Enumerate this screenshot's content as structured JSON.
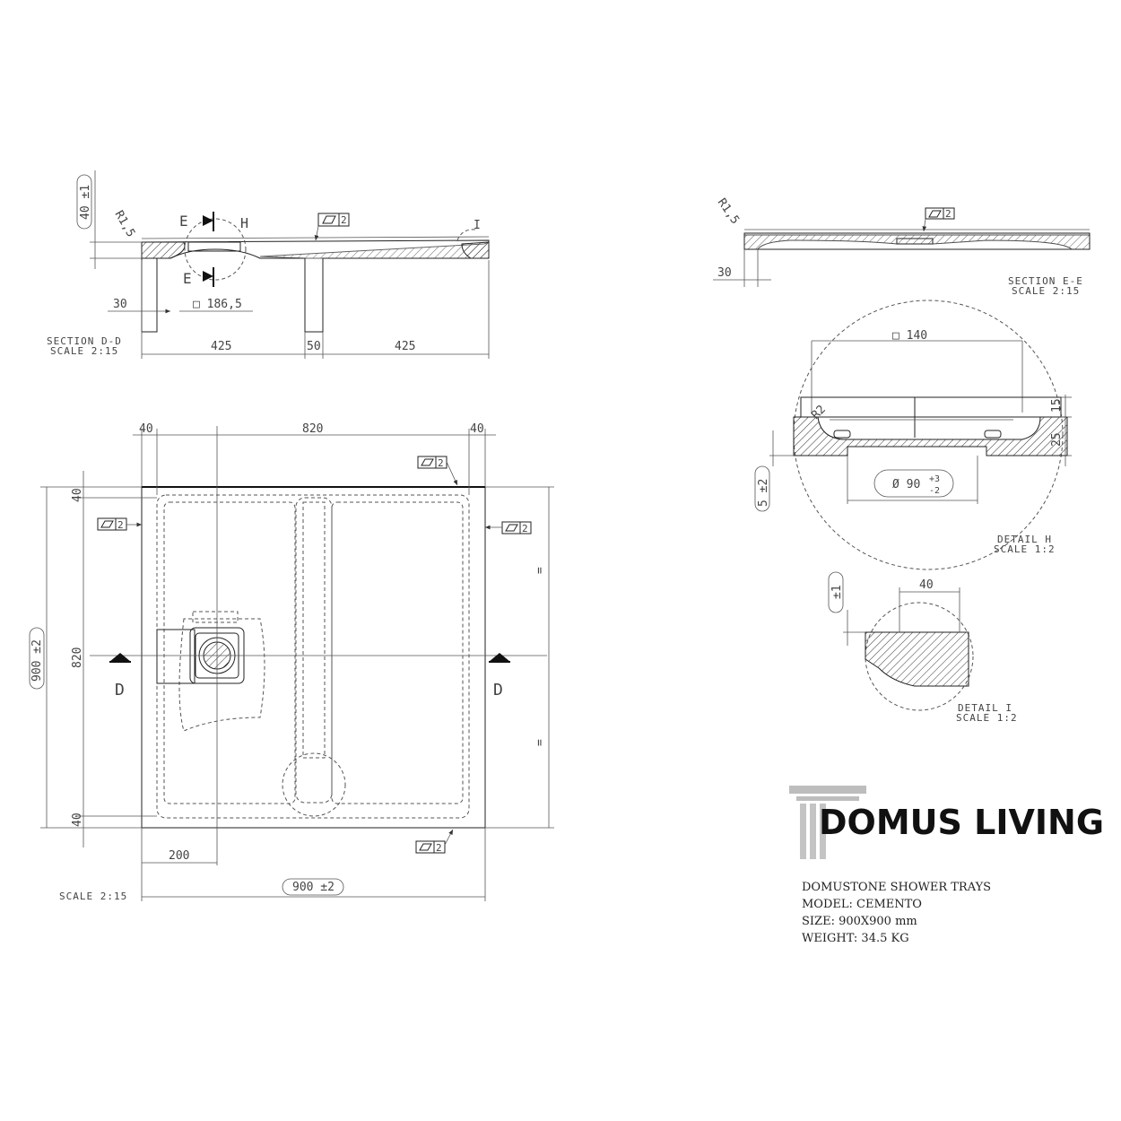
{
  "brand": {
    "name": "DOMUS LIVING"
  },
  "product_info": {
    "line1": "DOMUSTONE SHOWER TRAYS",
    "line2": "MODEL: CEMENTO",
    "line3": "SIZE: 900X900 mm",
    "line4": "WEIGHT: 34.5 KG"
  },
  "section_dd": {
    "caption_line1": "SECTION D-D",
    "caption_line2": "SCALE 2:15",
    "dim_height": "40 ±1",
    "radius": "R1,5",
    "marker_e": "E",
    "marker_h": "H",
    "flatness": "2",
    "detail_i": "I",
    "dim_30": "30",
    "dim_drain": "□ 186,5",
    "dim_left": "425",
    "dim_mid": "50",
    "dim_right": "425"
  },
  "section_ee": {
    "caption_line1": "SECTION E-E",
    "caption_line2": "SCALE 2:15",
    "radius": "R1,5",
    "flatness": "2",
    "dim_30": "30"
  },
  "detail_h": {
    "caption_line1": "DETAIL H",
    "caption_line2": "SCALE 1:2",
    "dim_140": "□ 140",
    "radius": "R2",
    "dim_15": "15",
    "dim_25": "25",
    "dim_5": "5 ±2",
    "dim_diameter": "Ø 90",
    "tol_plus": "+3",
    "tol_minus": "-2"
  },
  "detail_i": {
    "caption_line1": "DETAIL I",
    "caption_line2": "SCALE 1:2",
    "dim_40": "40",
    "dim_tol": "±1"
  },
  "plan_view": {
    "caption": "SCALE 2:15",
    "dim_top_left": "40",
    "dim_top_mid": "820",
    "dim_top_right": "40",
    "dim_left_top": "40",
    "dim_left_mid": "820",
    "dim_left_bottom": "40",
    "dim_overall_height": "900 ±2",
    "dim_overall_width": "900 ±2",
    "dim_200": "200",
    "section_mark_left": "D",
    "section_mark_right": "D",
    "flatness_top": "2",
    "flatness_left": "2",
    "flatness_right": "2",
    "flatness_bottom": "2",
    "equal_mark_top": "=",
    "equal_mark_bottom": "="
  }
}
